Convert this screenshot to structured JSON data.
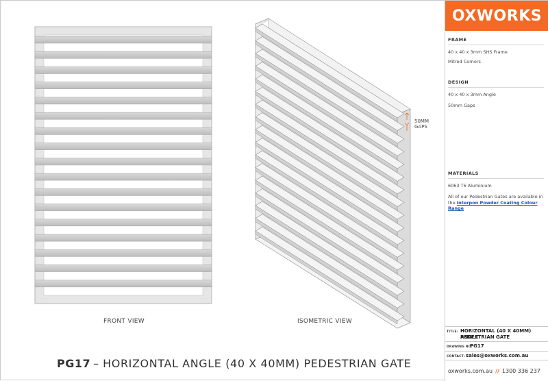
{
  "drawing": {
    "front_view_label": "FRONT VIEW",
    "isometric_view_label": "ISOMETRIC VIEW",
    "gap_callout_line1": "50MM",
    "gap_callout_line2": "GAPS",
    "title_code": "PG17",
    "title_dash": "–",
    "title_text": "HORIZONTAL ANGLE (40 X 40MM) PEDESTRIAN GATE",
    "slat_count": 17
  },
  "panel": {
    "logo": "OXWORKS",
    "brand_color": "#f26a24",
    "frame": {
      "heading": "FRAME",
      "lines": [
        "40 x 40 x 3mm SHS Frame",
        "Mitred Corners"
      ]
    },
    "design": {
      "heading": "DESIGN",
      "lines": [
        "40 x 40 x 3mm Angle",
        "50mm Gaps"
      ]
    },
    "materials": {
      "heading": "MATERIALS",
      "line1": "6063 T6 Aluminium",
      "line2": "All of our Pedestrian Gates are available in",
      "line3_prefix": "the",
      "link": "Interpon Powder Coating Colour Range"
    },
    "title_block": {
      "title_key": "TITLE:",
      "title_line1": "HORIZONTAL (40 X 40MM) ANGLE",
      "title_line2": "PEDESTRIAN GATE",
      "drawing_key": "DRAWING NO:",
      "drawing_no": "PG17",
      "contact_key": "CONTACT:",
      "contact": "sales@oxworks.com.au"
    },
    "footer": {
      "website": "oxworks.com.au",
      "separator": "//",
      "phone": "1300 336 237"
    }
  }
}
